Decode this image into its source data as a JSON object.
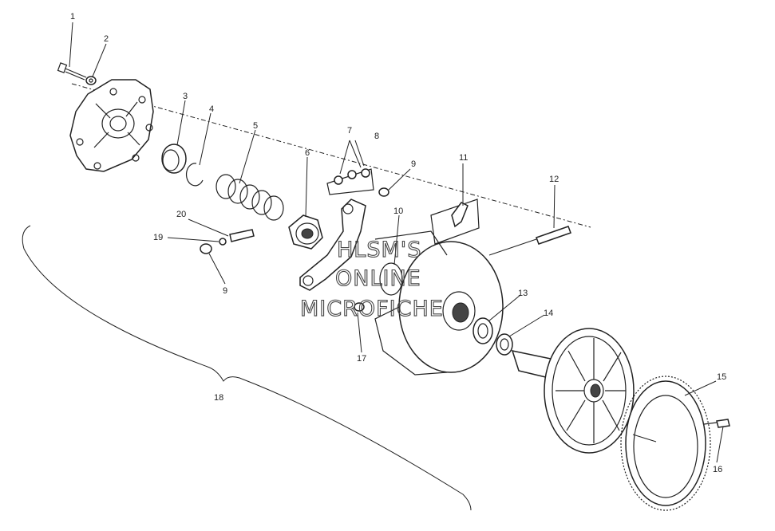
{
  "callouts": [
    "1",
    "2",
    "3",
    "4",
    "5",
    "6",
    "7",
    "8",
    "9",
    "9",
    "10",
    "11",
    "12",
    "13",
    "14",
    "15",
    "16",
    "17",
    "18",
    "19",
    "20"
  ],
  "watermark": {
    "line1": "HLSM'S",
    "line2": "ONLINE",
    "line3": "MICROFICHE"
  }
}
